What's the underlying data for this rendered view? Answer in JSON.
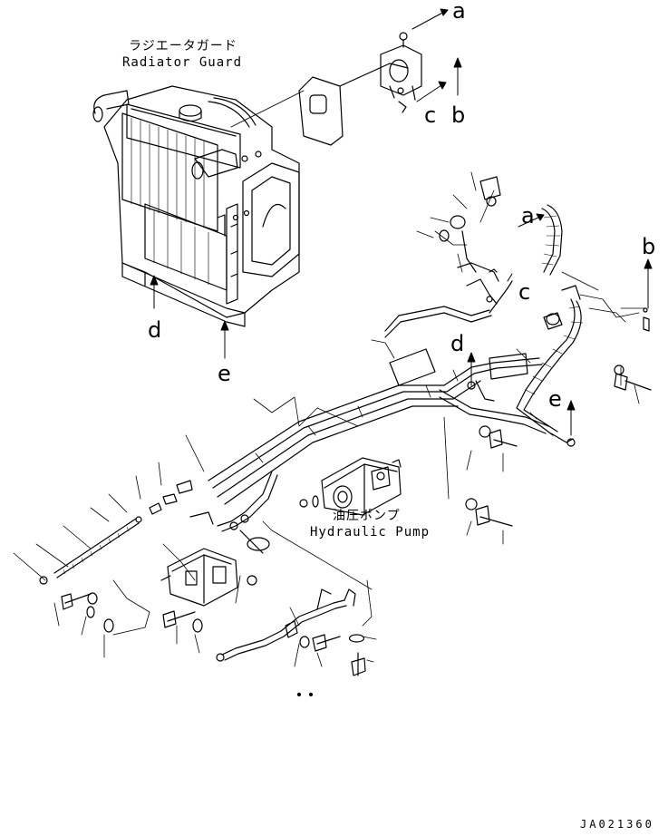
{
  "labels": {
    "radiator_guard_jp": "ラジエータガード",
    "radiator_guard_en": "Radiator Guard",
    "hydraulic_pump_jp": "油圧ポンプ",
    "hydraulic_pump_en": "Hydraulic Pump"
  },
  "callouts": {
    "a1": "a",
    "a2": "a",
    "b1": "b",
    "b2": "b",
    "c1": "c",
    "c2": "c",
    "d1": "d",
    "d2": "d",
    "e1": "e",
    "e2": "e"
  },
  "drawing_number": "JA021360"
}
